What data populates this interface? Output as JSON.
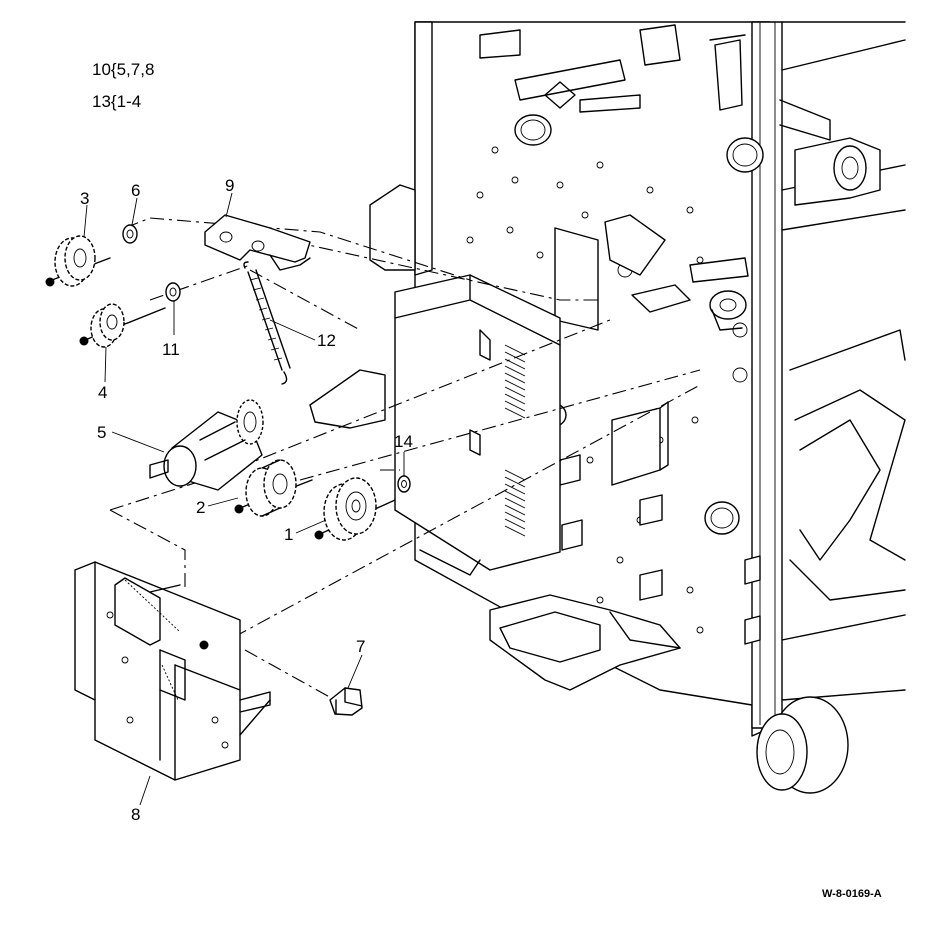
{
  "legend": [
    "10{5,7,8",
    "13{1-4"
  ],
  "drawing_id": "W-8-0169-A",
  "callouts": [
    {
      "label": "1"
    },
    {
      "label": "2"
    },
    {
      "label": "3"
    },
    {
      "label": "4"
    },
    {
      "label": "5"
    },
    {
      "label": "6"
    },
    {
      "label": "7"
    },
    {
      "label": "8"
    },
    {
      "label": "9"
    },
    {
      "label": "11"
    },
    {
      "label": "12"
    },
    {
      "label": "14"
    }
  ]
}
